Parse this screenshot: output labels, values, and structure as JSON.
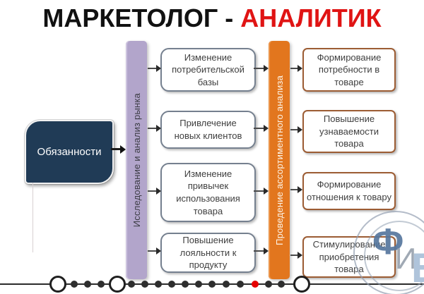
{
  "title": {
    "black": "МАРКЕТОЛОГ - ",
    "red": "АНАЛИТИК"
  },
  "left_box": {
    "label": "Обязанности"
  },
  "bars": {
    "research": {
      "label": "Исследование и анализ рынка"
    },
    "assortment": {
      "label": "Проведение ассортиментного анализа"
    }
  },
  "middle_boxes": [
    {
      "label": "Изменение\nпотребительской\nбазы"
    },
    {
      "label": "Привлечение\nновых клиентов"
    },
    {
      "label": "Изменение\nпривычек\nиспользования\nтовара"
    },
    {
      "label": "Повышение\nлояльности к\nпродукту"
    }
  ],
  "right_boxes": [
    {
      "label": "Формирование\nпотребности в\nтоваре"
    },
    {
      "label": "Повышение\nузнаваемости\nтовара"
    },
    {
      "label": "Формирование\nотношения к товару"
    },
    {
      "label": "Стимулирование\nприобретения\nтовара"
    }
  ],
  "watermark": {
    "letters": [
      "Ф",
      "И",
      "Б"
    ]
  },
  "colors": {
    "title_red": "#e01414",
    "duty_navy": "#203b56",
    "bar_purple": "#b2a5cb",
    "bar_orange": "#e2761e",
    "mid_border_gray": "#75808f",
    "right_border_brown": "#9c5c33",
    "timeline_red_dot": "#e60000"
  }
}
